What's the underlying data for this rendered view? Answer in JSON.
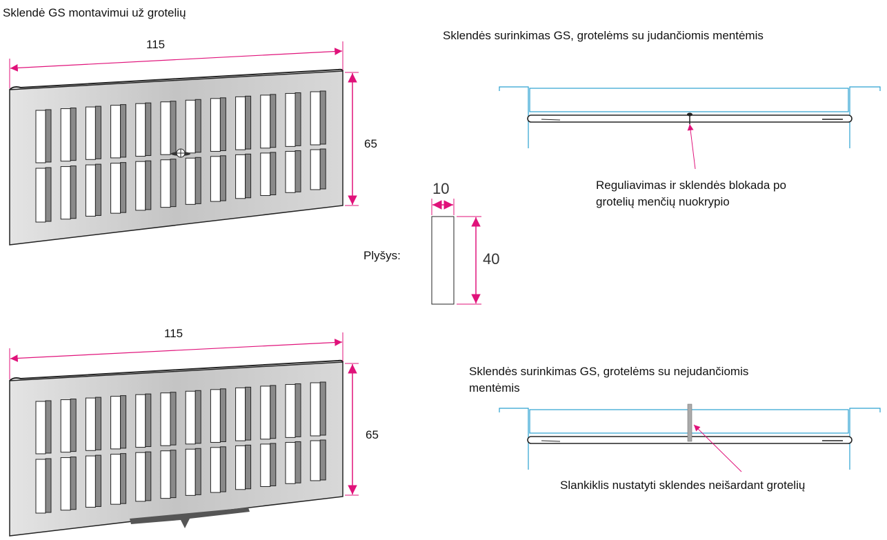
{
  "title_left": "Sklendė GS montavimui už grotelių",
  "grille_top": {
    "width_label": "115",
    "height_label": "65"
  },
  "grille_bottom": {
    "width_label": "115",
    "height_label": "65"
  },
  "slot": {
    "label": "Plyšys:",
    "width_label": "10",
    "height_label": "40"
  },
  "section_moving": {
    "title": "Sklendės surinkimas GS, grotelėms su judančiomis mentėmis",
    "note_line1": "Reguliavimas ir sklendės blokada po",
    "note_line2": "grotelių menčių nuokrypio"
  },
  "section_fixed": {
    "title_line1": "Sklendės surinkimas GS, grotelėms su nejudančiomis",
    "title_line2": "mentėmis",
    "note": "Slankiklis nustatyti sklendes neišardant grotelių"
  },
  "colors": {
    "dimension": "#e0127a",
    "wall": "#2aa0d0",
    "grille": "#c8c8c8"
  }
}
